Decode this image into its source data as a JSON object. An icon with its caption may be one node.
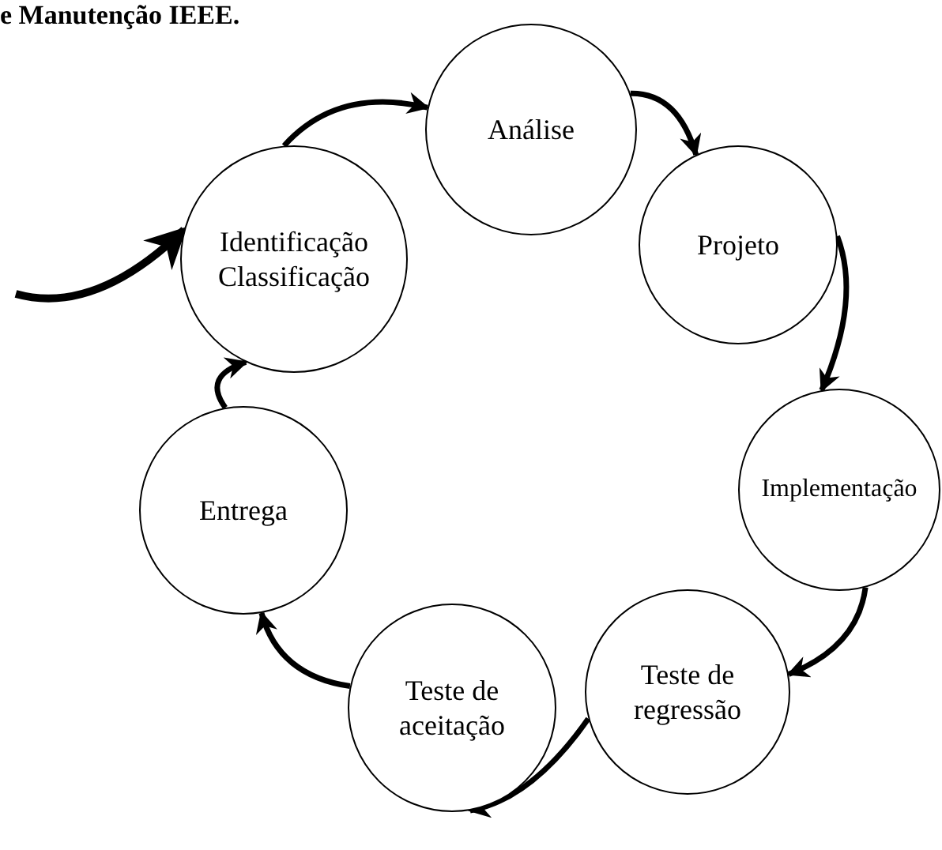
{
  "diagram": {
    "title": "e Manutenção IEEE.",
    "nodes": [
      {
        "text": [
          "Identificação Classificação"
        ]
      },
      {
        "text": [
          "Análise"
        ]
      },
      {
        "text": [
          "Projeto"
        ]
      },
      {
        "text": [
          "Implementação"
        ]
      },
      {
        "text": [
          "Teste de regressão"
        ]
      },
      {
        "text": [
          "Teste de aceitação"
        ]
      },
      {
        "text": [
          "Entrega"
        ]
      }
    ],
    "edges": [
      {
        "from": null,
        "to": 0,
        "arrow": "to"
      },
      {
        "from": 0,
        "to": 1,
        "arrow": "to"
      },
      {
        "from": 1,
        "to": 2,
        "arrow": "to"
      },
      {
        "from": 2,
        "to": 3,
        "arrow": "to"
      },
      {
        "from": 3,
        "to": 4,
        "arrow": "to"
      },
      {
        "from": 4,
        "to": 5,
        "arrow": "to"
      },
      {
        "from": 5,
        "to": 6,
        "arrow": "to"
      },
      {
        "from": 6,
        "to": 0,
        "arrow": "to"
      }
    ]
  }
}
